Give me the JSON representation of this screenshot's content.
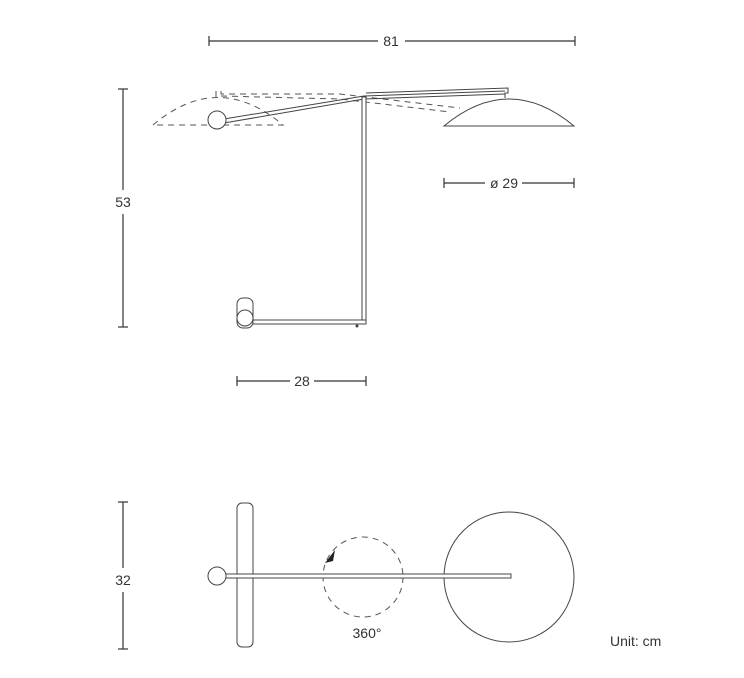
{
  "dimensions": {
    "total_width": "81",
    "total_height": "53",
    "shade_diameter": "ø 29",
    "base_width": "28",
    "top_depth": "32",
    "rotation": "360°"
  },
  "unit_label": "Unit: cm"
}
